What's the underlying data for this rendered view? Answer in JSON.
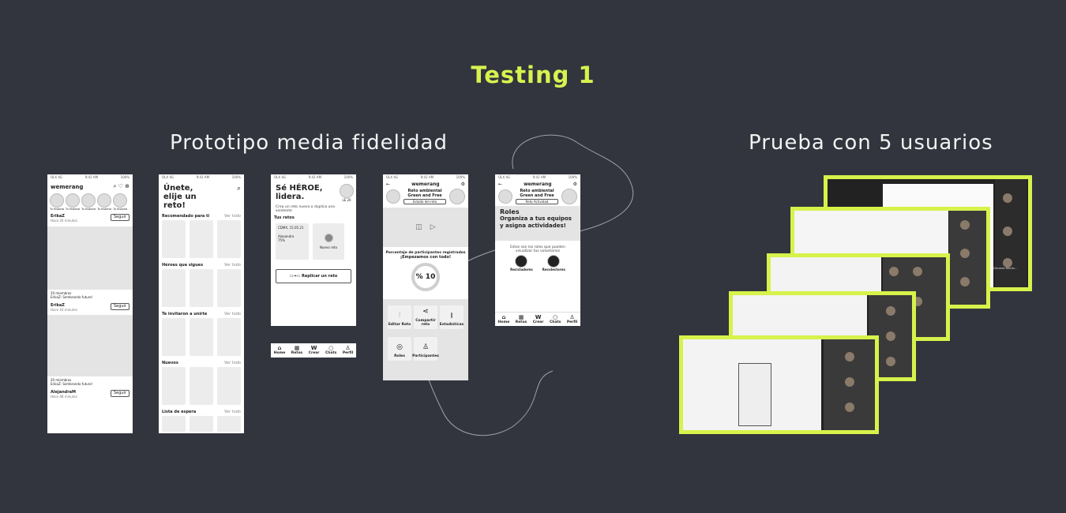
{
  "title": "Testing 1",
  "left_heading": "Prototipo media fidelidad",
  "right_heading": "Prueba con 5 usuarios",
  "colors": {
    "background": "#32353d",
    "accent": "#d8f24f",
    "frame": "#d6f24b"
  },
  "phone1": {
    "status_carrier": "OLX 4G",
    "status_time": "9:41 AM",
    "status_batt": "100%",
    "logo": "wemerang",
    "stories": [
      "Tu historia",
      "Tu historia",
      "Tu historia",
      "Tu historia",
      "Tu historia"
    ],
    "post1_user": "ErikaZ",
    "post1_time": "Hace 20 minutos",
    "follow": "Seguir",
    "members": "20 miembros",
    "caption": "ErikaZ: Sembrando futuro!",
    "post2_user": "ErikaZ",
    "post2_time": "Hace 16 minutos",
    "post3_user": "AlejandraM",
    "post3_time": "Hace 48 minutos"
  },
  "phone2": {
    "status_carrier": "OLX 4G",
    "status_time": "9:41 AM",
    "status_batt": "100%",
    "headline": "Únete, elije un reto!",
    "sections": [
      {
        "title": "Recomendado para ti",
        "more": "Ver todo"
      },
      {
        "title": "Héroes que sigues",
        "more": "Ver todo"
      },
      {
        "title": "Te invitaron a unirte",
        "more": "Ver todo"
      },
      {
        "title": "Nuevos",
        "more": "Ver todo"
      },
      {
        "title": "Lista de espera",
        "more": "Ver todo"
      }
    ]
  },
  "phone3": {
    "status_carrier": "OLX 4G",
    "status_time": "9:41 AM",
    "status_batt": "100%",
    "headline": "Sé HÉROE, lidera.",
    "level": "LE 20",
    "subtitle": "Crea un reto nuevo o duplica uno existente",
    "my_challenges": "Tus retos",
    "card_date": "CDMX, 15.05.21",
    "card_name": "Alexandra",
    "card_pct": "75%",
    "new_challenge": "Nuevo reto",
    "replicate": "Replicar un reto",
    "nav": [
      "Home",
      "Retos",
      "Crear",
      "Chats",
      "Perfil"
    ]
  },
  "phone4": {
    "status_carrier": "OLX 4G",
    "status_time": "9:41 AM",
    "status_batt": "100%",
    "logo": "wemerang",
    "challenge": "Reto ambiental Green and Free",
    "state_button": "Estado del reto",
    "participants_label": "Porcentaje de participantes registrados",
    "start_label": "¡Empezamos con todo!",
    "percent": "% 10",
    "tiles": [
      "Editar Reto",
      "Compartir reto",
      "Estadísticas",
      "Roles",
      "Participantes"
    ]
  },
  "phone5": {
    "status_carrier": "OLX 4G",
    "status_time": "9:41 AM",
    "status_batt": "100%",
    "logo": "wemerang",
    "challenge": "Reto ambiental Green and Free",
    "activity_button": "Reto Actividad",
    "roles_title": "Roles",
    "organize": "Organiza a tus equipos y asigna actividades!",
    "roles_desc": "Estos son los roles que pueden visualizar tus voluntarios",
    "roles": [
      "Recicladores",
      "Recolectores"
    ],
    "nav": [
      "Home",
      "Retos",
      "Crear",
      "Chats",
      "Perfil"
    ]
  },
  "zoom_participant": "Gerardo Monto..."
}
